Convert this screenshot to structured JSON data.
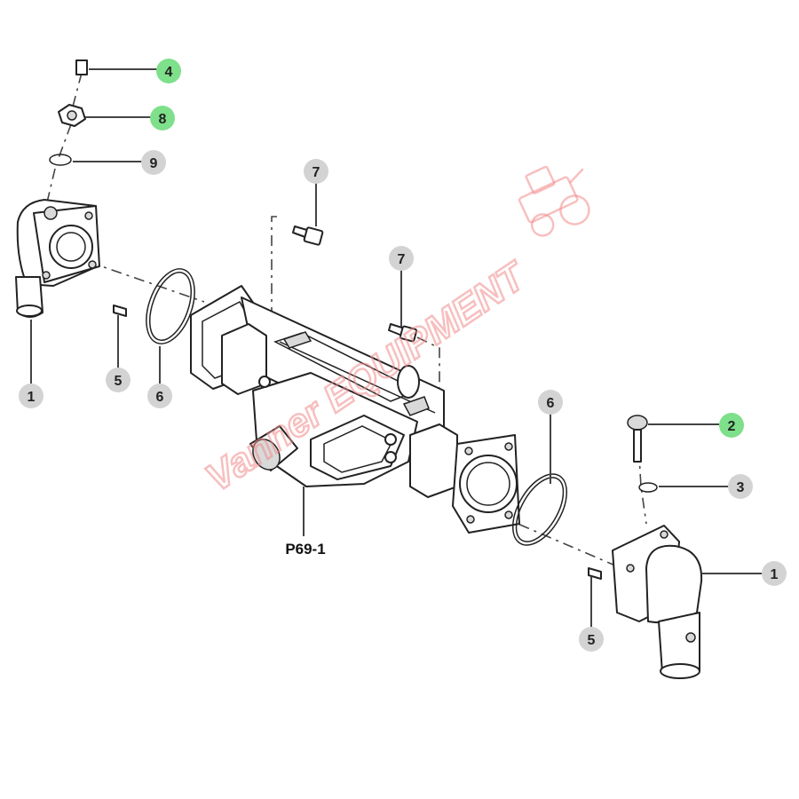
{
  "diagram": {
    "reference_label": "P69-1",
    "callouts": [
      {
        "id": "c-4-top",
        "number": "4",
        "highlight": true
      },
      {
        "id": "c-8-top",
        "number": "8",
        "highlight": true
      },
      {
        "id": "c-9-top",
        "number": "9",
        "highlight": false
      },
      {
        "id": "c-7-left",
        "number": "7",
        "highlight": false
      },
      {
        "id": "c-7-mid",
        "number": "7",
        "highlight": false
      },
      {
        "id": "c-1-left",
        "number": "1",
        "highlight": false
      },
      {
        "id": "c-5-left",
        "number": "5",
        "highlight": false
      },
      {
        "id": "c-6-left",
        "number": "6",
        "highlight": false
      },
      {
        "id": "c-6-right",
        "number": "6",
        "highlight": false
      },
      {
        "id": "c-2-right",
        "number": "2",
        "highlight": true
      },
      {
        "id": "c-3-right",
        "number": "3",
        "highlight": false
      },
      {
        "id": "c-1-right",
        "number": "1",
        "highlight": false
      },
      {
        "id": "c-5-right",
        "number": "5",
        "highlight": false
      }
    ],
    "colors": {
      "highlight": "#7ee08a",
      "normal": "#d3d3d3",
      "watermark": "#f28b8b"
    }
  },
  "watermark": {
    "text": "Vanner EQUIPMENT"
  }
}
